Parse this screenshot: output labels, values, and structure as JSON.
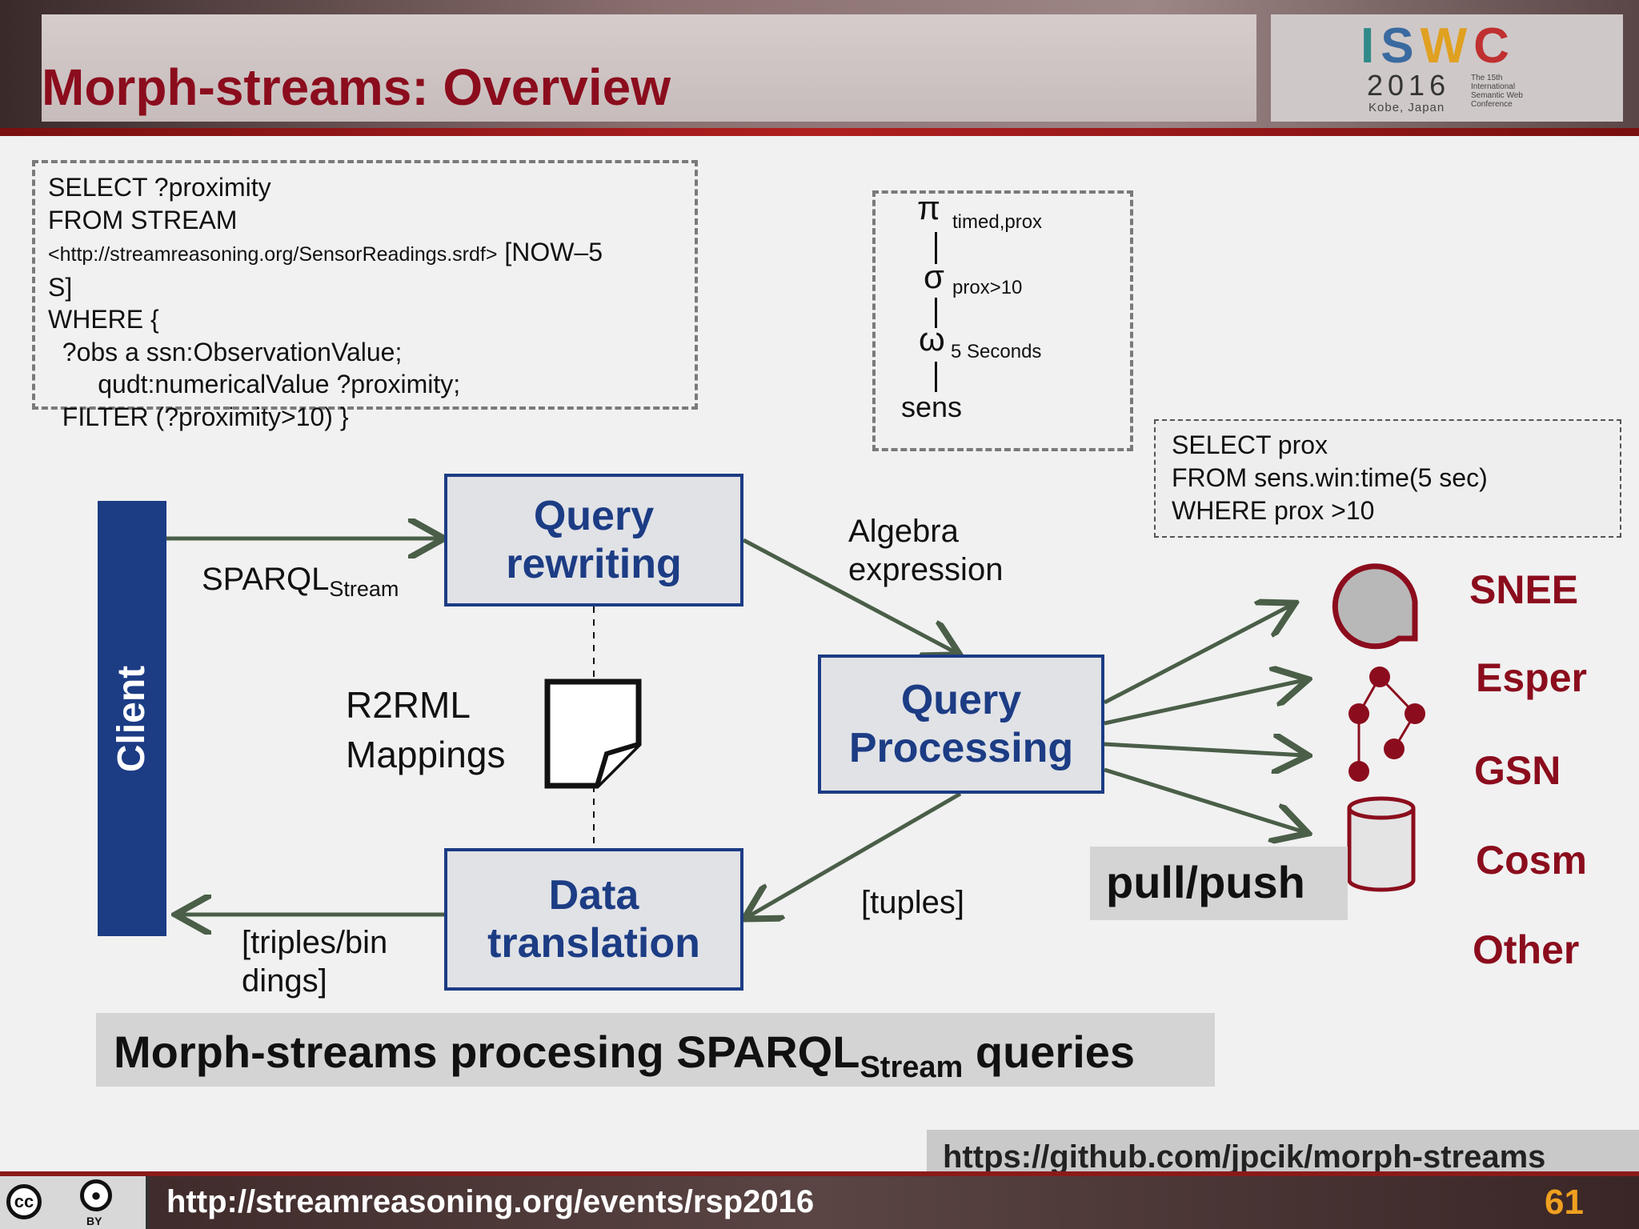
{
  "header": {
    "title": "Morph-streams: Overview",
    "logo": {
      "letters": [
        "I",
        "S",
        "W",
        "C"
      ],
      "year": "2016",
      "city": "Kobe, Japan",
      "conference": "The 15th International Semantic Web Conference"
    }
  },
  "sparql_query": {
    "lines": [
      "SELECT ?proximity",
      "FROM STREAM",
      "<http://streamreasoning.org/SensorReadings.srdf>",
      " [NOW–5",
      "S]",
      "WHERE {",
      "  ?obs a ssn:ObservationValue;",
      "       qudt:numericalValue ?proximity;",
      "  FILTER (?proximity>10) }"
    ]
  },
  "algebra": {
    "pi": {
      "symbol": "π",
      "sub": "timed,prox"
    },
    "sigma": {
      "symbol": "σ",
      "sub": "prox>10"
    },
    "omega": {
      "symbol": "ω",
      "sub": "5 Seconds"
    },
    "leaf": "sens"
  },
  "snee_query": {
    "lines": [
      "SELECT prox",
      "FROM sens.win:time(5 sec)",
      "WHERE prox >10"
    ]
  },
  "diagram": {
    "client": "Client",
    "query_rewriting": [
      "Query",
      "rewriting"
    ],
    "query_processing": [
      "Query",
      "Processing"
    ],
    "data_translation": [
      "Data",
      "translation"
    ],
    "sparql_stream": {
      "main": "SPARQL",
      "sub": "Stream"
    },
    "algebra_expression": [
      "Algebra",
      "expression"
    ],
    "r2rml": [
      "R2RML",
      "Mappings"
    ],
    "tuples": "[tuples]",
    "triples": [
      "[triples/bin",
      "dings]"
    ],
    "pull_push": "pull/push",
    "engines": [
      "SNEE",
      "Esper",
      "GSN",
      "Cosm",
      "Other"
    ]
  },
  "caption": {
    "pre": "Morph-streams procesing SPARQL",
    "sub": "Stream",
    "post": " queries"
  },
  "footer": {
    "github_url": "https://github.com/jpcik/morph-streams",
    "url": "http://streamreasoning.org/events/rsp2016",
    "page": "61",
    "license": {
      "cc": "cc",
      "by": "BY"
    }
  },
  "colors": {
    "accent_red": "#8b0d1d",
    "navy": "#1c3c84",
    "arrow_green": "#4a5e48",
    "page_orange": "#f0a020"
  }
}
